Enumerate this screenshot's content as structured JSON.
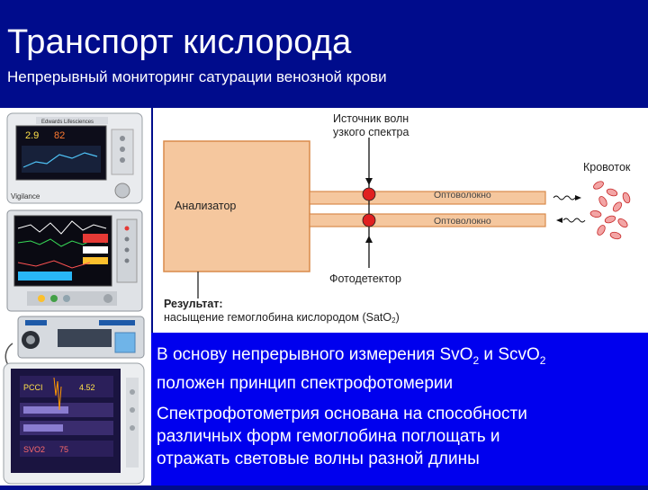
{
  "title": "Транспорт кислорода",
  "subtitle": "Непрерывный мониторинг сатурации венозной крови",
  "colors": {
    "background": "#000c8c",
    "text_panel": "#0000ee",
    "analyzer_fill": "#f5c79e",
    "analyzer_stroke": "#d98a4a",
    "signal_red": "#e02020"
  },
  "diagram": {
    "source_label_1": "Источник волн",
    "source_label_2": "узкого спектра",
    "analyzer_label": "Анализатор",
    "fiber_label_top": "Оптоволокно",
    "fiber_label_bottom": "Оптоволокно",
    "bloodflow_label": "Кровоток",
    "photodetector_label": "Фотодетектор",
    "result_label": "Результат:",
    "result_text": "насыщение гемоглобина кислородом (SatO",
    "result_sub": "2",
    "result_close": ")"
  },
  "monitors": {
    "m1_brand": "Edwards Lifesciences",
    "m1_value_a": "2.9",
    "m1_value_b": "82",
    "m1_model": "Vigilance",
    "m4_label_a": "PCCI",
    "m4_value_a": "4.52",
    "m4_label_b": "SVO2",
    "m4_value_b": "75"
  },
  "text": {
    "p1_part1": "В основу непрерывного измерения SvO",
    "p1_sub1": "2",
    "p1_part2": " и ScvO",
    "p1_sub2": "2",
    "p1_line2": "положен принцип спектрофотомерии",
    "p2_line1": "Спектрофотометрия основана на способности",
    "p2_line2": "различных форм гемоглобина поглощать и",
    "p2_line3": "отражать световые волны разной длины"
  }
}
